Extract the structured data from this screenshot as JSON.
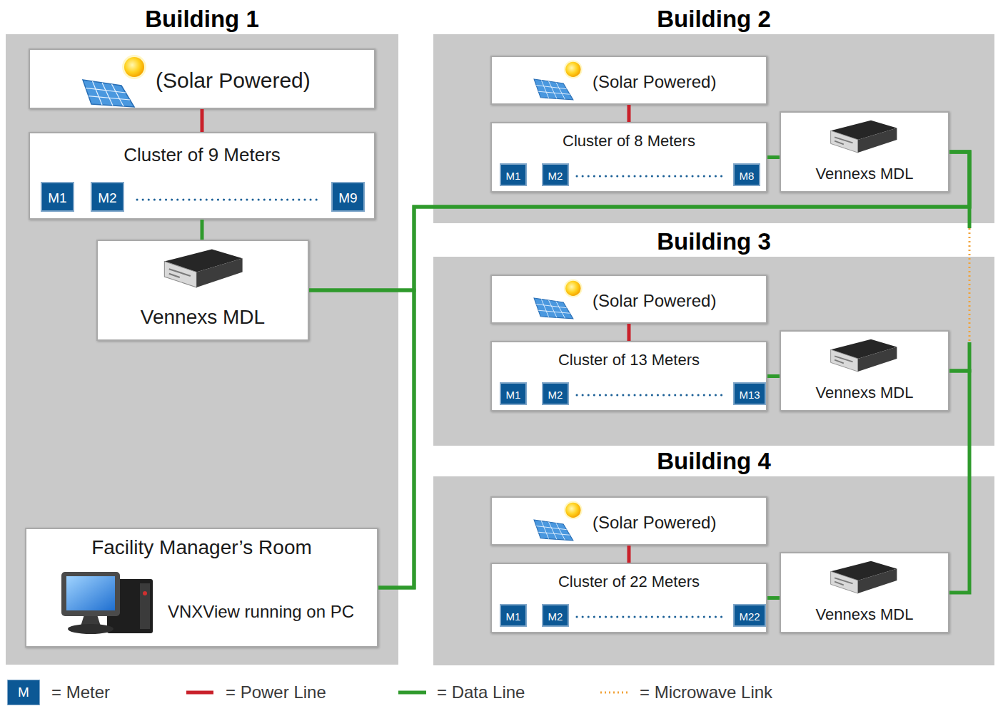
{
  "diagram": {
    "nodes": [
      {
        "text": [
          "Building 1"
        ]
      },
      {
        "text": [
          "(Solar Powered)"
        ],
        "in": 0
      },
      {
        "text": [
          "Cluster of 9 Meters"
        ],
        "in": 0
      },
      {
        "text": [
          "M1"
        ],
        "in": 2
      },
      {
        "text": [
          "M2"
        ],
        "in": 2
      },
      {
        "text": [
          "M9"
        ],
        "in": 2
      },
      {
        "text": [
          "Vennexs MDL"
        ],
        "in": 0
      },
      {
        "text": [
          "Facility Manager’s Room",
          "VNXView running on PC"
        ],
        "in": 0
      },
      {
        "text": [
          "Building 2"
        ]
      },
      {
        "text": [
          "(Solar Powered)"
        ],
        "in": 8
      },
      {
        "text": [
          "Cluster of 8 Meters"
        ],
        "in": 8
      },
      {
        "text": [
          "M1"
        ],
        "in": 10
      },
      {
        "text": [
          "M2"
        ],
        "in": 10
      },
      {
        "text": [
          "M8"
        ],
        "in": 10
      },
      {
        "text": [
          "Vennexs MDL"
        ],
        "in": 8
      },
      {
        "text": [
          "Building 3"
        ]
      },
      {
        "text": [
          "(Solar Powered)"
        ],
        "in": 15
      },
      {
        "text": [
          "Cluster of 13 Meters"
        ],
        "in": 15
      },
      {
        "text": [
          "M1"
        ],
        "in": 17
      },
      {
        "text": [
          "M2"
        ],
        "in": 17
      },
      {
        "text": [
          "M13"
        ],
        "in": 17
      },
      {
        "text": [
          "Vennexs MDL"
        ],
        "in": 15
      },
      {
        "text": [
          "Building 4"
        ]
      },
      {
        "text": [
          "(Solar Powered)"
        ],
        "in": 22
      },
      {
        "text": [
          "Cluster of 22 Meters"
        ],
        "in": 22
      },
      {
        "text": [
          "M1"
        ],
        "in": 24
      },
      {
        "text": [
          "M2"
        ],
        "in": 24
      },
      {
        "text": [
          "M22"
        ],
        "in": 24
      },
      {
        "text": [
          "Vennexs MDL"
        ],
        "in": 22
      }
    ],
    "edges": [
      {
        "from": 1,
        "to": 2,
        "arrow": "none"
      },
      {
        "from": 2,
        "to": 6,
        "arrow": "none"
      },
      {
        "from": 9,
        "to": 10,
        "arrow": "none"
      },
      {
        "from": 10,
        "to": 14,
        "arrow": "none"
      },
      {
        "from": 16,
        "to": 17,
        "arrow": "none"
      },
      {
        "from": 17,
        "to": 21,
        "arrow": "none"
      },
      {
        "from": 23,
        "to": 24,
        "arrow": "none"
      },
      {
        "from": 24,
        "to": 28,
        "arrow": "none"
      },
      {
        "from": 6,
        "to": 7,
        "arrow": "none"
      },
      {
        "from": 6,
        "to": 14,
        "arrow": "none"
      },
      {
        "from": 7,
        "to": 14,
        "arrow": "none"
      },
      {
        "from": 14,
        "to": 21,
        "arrow": "none"
      },
      {
        "from": 21,
        "to": 28,
        "arrow": "none"
      }
    ],
    "labels": [
      "M"
    ],
    "legend": [
      {
        "text": "= Meter",
        "color": "#0c5895"
      },
      {
        "text": "= Power Line"
      },
      {
        "text": "= Data Line"
      },
      {
        "text": "= Microwave Link"
      }
    ]
  }
}
